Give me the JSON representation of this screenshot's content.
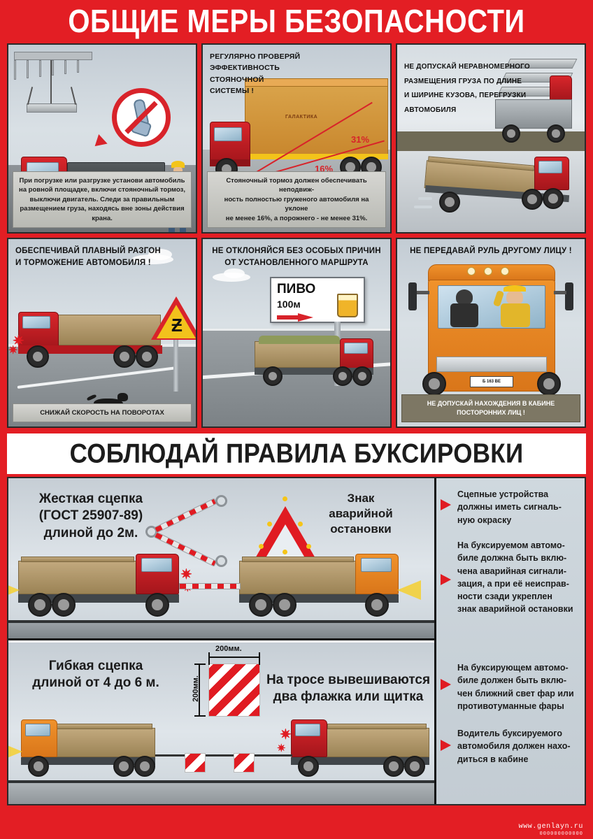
{
  "header": {
    "title": "ОБЩИЕ МЕРЫ БЕЗОПАСНОСТИ"
  },
  "panels": [
    {
      "id": "loading-unloading",
      "heading": "",
      "caption": "При погрузке или разгрузке установи автомобиль на ровной площадке, включи стояночный тормоз, выключи двигатель. Следи за правильным размещением груза, находясь вне зоны действия крана."
    },
    {
      "id": "parking-brake",
      "heading": "РЕГУЛЯРНО ПРОВЕРЯЙ\nЭФФЕКТИВНОСТЬ\nСТОЯНОЧНОЙ\nСИСТЕМЫ !",
      "caption": "Стояночный тормоз должен обеспечивать неподвиж-\nность полностью груженого автомобиля на уклоне\nне менее 16%, а порожнего - не менее 31%.",
      "truck_brand": "ГАЛАКТИКА",
      "grade_loaded": "16%",
      "grade_empty": "31%"
    },
    {
      "id": "load-distribution",
      "heading": "НЕ ДОПУСКАЙ НЕРАВНОМЕРНОГО\nРАЗМЕЩЕНИЯ ГРУЗА ПО ДЛИНЕ\nИ ШИРИНЕ КУЗОВА, ПЕРЕГРУЗКИ\nАВТОМОБИЛЯ",
      "caption": ""
    },
    {
      "id": "smooth-acceleration",
      "heading": "ОБЕСПЕЧИВАЙ ПЛАВНЫЙ РАЗГОН\nИ ТОРМОЖЕНИЕ АВТОМОБИЛЯ !",
      "caption": "СНИЖАЙ СКОРОСТЬ НА ПОВОРОТАХ"
    },
    {
      "id": "stay-on-route",
      "heading": "НЕ ОТКЛОНЯЙСЯ БЕЗ ОСОБЫХ ПРИЧИН\nОТ УСТАНОВЛЕННОГО МАРШРУТА",
      "billboard_title": "ПИВО",
      "billboard_sub": "100м",
      "caption": ""
    },
    {
      "id": "no-handing-wheel",
      "heading": "НЕ ПЕРЕДАВАЙ РУЛЬ ДРУГОМУ ЛИЦУ !",
      "plate": "Б 163 ВЕ",
      "caption": "НЕ ДОПУСКАЙ НАХОЖДЕНИЯ В КАБИНЕ\nПОСТОРОННИХ ЛИЦ !"
    }
  ],
  "towing": {
    "title": "СОБЛЮДАЙ ПРАВИЛА БУКСИРОВКИ",
    "rigid": {
      "label": "Жесткая сцепка\n(ГОСТ 25907-89)\nдлиной до 2м.",
      "sign_label": "Знак\nаварийной\nостановки"
    },
    "flexible": {
      "label": "Гибкая сцепка\nдлиной от 4 до 6 м.",
      "flag_label": "На тросе вывешиваются\nдва флажка или щитка",
      "dim_width": "200мм.",
      "dim_height": "200мм."
    },
    "bullets": [
      "Сцепные устройства должны иметь сигналь-ную окраску",
      "На буксируемом автомо-биле должна быть вклю-чена аварийная сигнали-зация, а при её неисправ-ности сзади укреплен знак аварийной остановки",
      "На буксирующем автомо-биле должен быть вклю-чен ближний свет фар или противотуманные фары",
      "Водитель буксируемого автомобиля должен нахо-диться в кабине"
    ],
    "bullets_lines": [
      [
        "Сцепные устройства",
        "должны иметь сигналь-",
        "ную окраску"
      ],
      [
        "На буксируемом автомо-",
        "биле должна быть вклю-",
        "чена аварийная сигнали-",
        "зация, а при её неисправ-",
        "ности сзади укреплен",
        "знак аварийной остановки"
      ],
      [
        "На буксирующем автомо-",
        "биле должен быть вклю-",
        "чен ближний свет фар или",
        "противотуманные фары"
      ],
      [
        "Водитель буксируемого",
        "автомобиля должен нахо-",
        "диться в кабине"
      ]
    ]
  },
  "footer": {
    "site": "www.genlayn.ru",
    "sub": "000000000000"
  },
  "colors": {
    "brand_red": "#e31e24",
    "accent_red": "#d8232a",
    "dark": "#1b1b1b",
    "yellow": "#f3c41a",
    "orange": "#e8922b"
  }
}
